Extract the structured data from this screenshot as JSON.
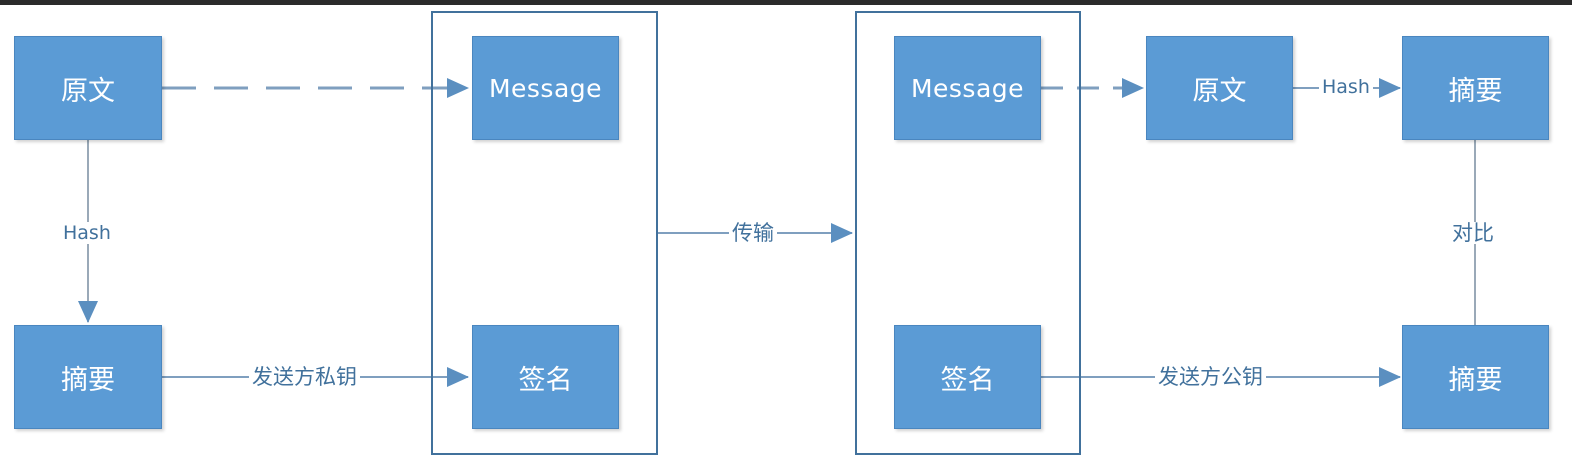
{
  "colors": {
    "box_fill": "#5b9bd5",
    "frame_stroke": "#41719c",
    "arrow_stroke": "#7f9fbf",
    "label_text": "#41719c"
  },
  "nodes": {
    "plaintext_left": "原文",
    "digest_left": "摘要",
    "message_left": "Message",
    "signature_left": "签名",
    "message_right": "Message",
    "signature_right": "签名",
    "plaintext_right": "原文",
    "digest_right_top": "摘要",
    "digest_right_bottom": "摘要"
  },
  "edges": {
    "hash_left": "Hash",
    "sender_private_key": "发送方私钥",
    "transmit": "传输",
    "hash_right": "Hash",
    "compare": "对比",
    "sender_public_key": "发送方公钥"
  }
}
